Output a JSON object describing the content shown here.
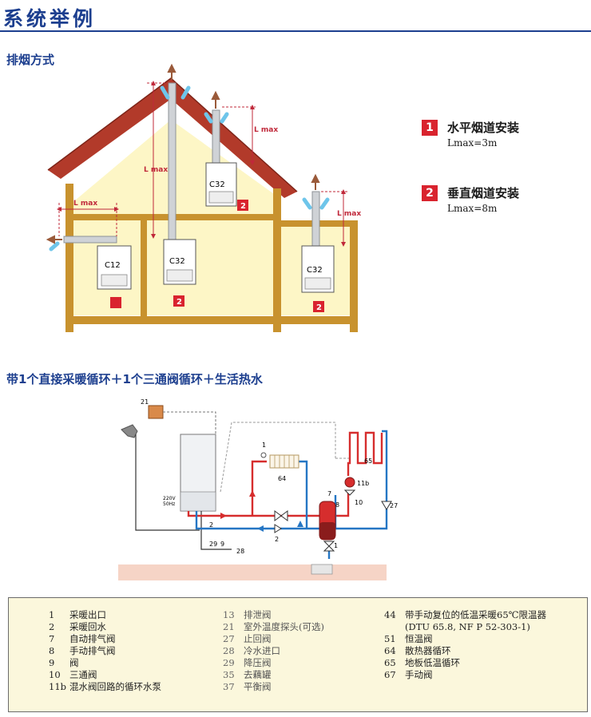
{
  "header": {
    "title": "系统举例"
  },
  "flue_section": {
    "title": "排烟方式",
    "dim_label": "L max",
    "boilers": {
      "c12": "C12",
      "c32": "C32"
    },
    "badge": "2",
    "legend": [
      {
        "num": "1",
        "title": "水平烟道安装",
        "sub": "Lmax=3m"
      },
      {
        "num": "2",
        "title": "垂直烟道安装",
        "sub": "Lmax=8m"
      }
    ]
  },
  "schematic_section": {
    "title": "带1个直接采暖循环＋1个三通阀循环＋生活热水",
    "labels": {
      "l21": "21",
      "l1a": "1",
      "l64": "64",
      "l65": "65",
      "l11b": "11b",
      "l7": "7",
      "l8": "8",
      "l10": "10",
      "l27": "27",
      "l2a": "2",
      "l2b": "2",
      "l1b": "1",
      "l29": "29",
      "l9": "9",
      "l28": "28",
      "volt": "220V",
      "hz": "50Hz"
    }
  },
  "parts_list": {
    "col1": [
      {
        "num": "1",
        "desc": "采暖出口"
      },
      {
        "num": "2",
        "desc": "采暖回水"
      },
      {
        "num": "7",
        "desc": "自动排气阀"
      },
      {
        "num": "8",
        "desc": "手动排气阀"
      },
      {
        "num": "9",
        "desc": "阀"
      },
      {
        "num": "10",
        "desc": "三通阀"
      },
      {
        "num": "11b",
        "desc": "混水阀回路的循环水泵"
      }
    ],
    "col2": [
      {
        "num": "13",
        "desc": "排泄阀"
      },
      {
        "num": "21",
        "desc": "室外温度探头(可选)"
      },
      {
        "num": "27",
        "desc": "止回阀"
      },
      {
        "num": "28",
        "desc": "冷水进口"
      },
      {
        "num": "29",
        "desc": "降压阀"
      },
      {
        "num": "35",
        "desc": "去藕罐"
      },
      {
        "num": "37",
        "desc": "平衡阀"
      }
    ],
    "col3": [
      {
        "num": "44",
        "desc": "带手动复位的低温采暖65℃限温器"
      },
      {
        "num": "",
        "desc": "(DTU 65.8, NF P 52-303-1)"
      },
      {
        "num": "51",
        "desc": "恒温阀"
      },
      {
        "num": "64",
        "desc": "散热器循环"
      },
      {
        "num": "65",
        "desc": "地板低温循环"
      },
      {
        "num": "67",
        "desc": "手动阀"
      }
    ]
  },
  "colors": {
    "title_blue": "#1d3f8f",
    "badge_red": "#d9232e",
    "wall_wood": "#c8922e",
    "room_fill": "#fdf6c6",
    "roof_red": "#b23a2a",
    "pipe_hot": "#d62d2d",
    "pipe_cold": "#2576c4"
  }
}
